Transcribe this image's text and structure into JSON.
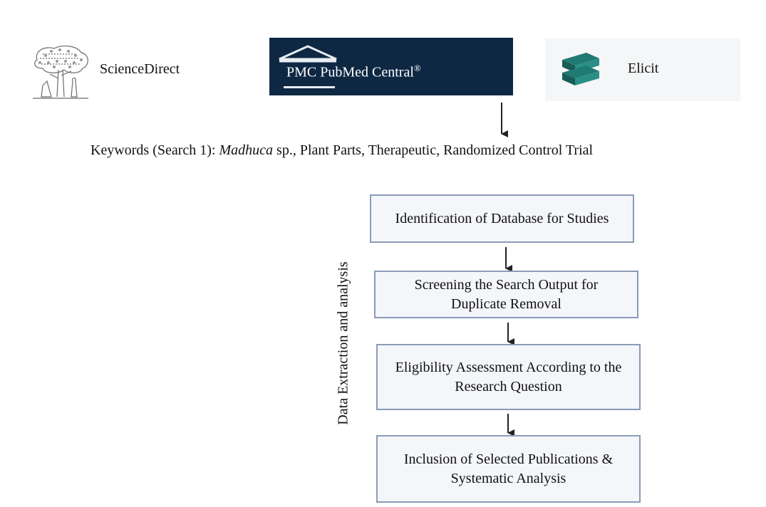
{
  "sources": {
    "sciencedirect": {
      "label": "ScienceDirect",
      "icon": "elsevier-tree-icon"
    },
    "pmc": {
      "label": "PMC  PubMed Central",
      "mark": "®",
      "icon": "pmc-building-icon",
      "background": "#0e2844"
    },
    "elicit": {
      "label": "Elicit",
      "icon": "elicit-books-icon",
      "accent": "#1f7a73"
    }
  },
  "keywords": {
    "prefix": "Keywords (Search 1): ",
    "italic": "Madhuca",
    "suffix": " sp., Plant Parts, Therapeutic, Randomized Control Trial"
  },
  "side_label": "Data Extraction and analysis",
  "steps": [
    "Identification of Database for Studies",
    "Screening the Search Output for Duplicate Removal",
    "Eligibility Assessment According to the Research Question",
    "Inclusion of Selected Publications & Systematic Analysis"
  ],
  "colors": {
    "box_border": "#8a9bb8",
    "box_fill": "#f4f6fa",
    "arrow": "#222222"
  }
}
